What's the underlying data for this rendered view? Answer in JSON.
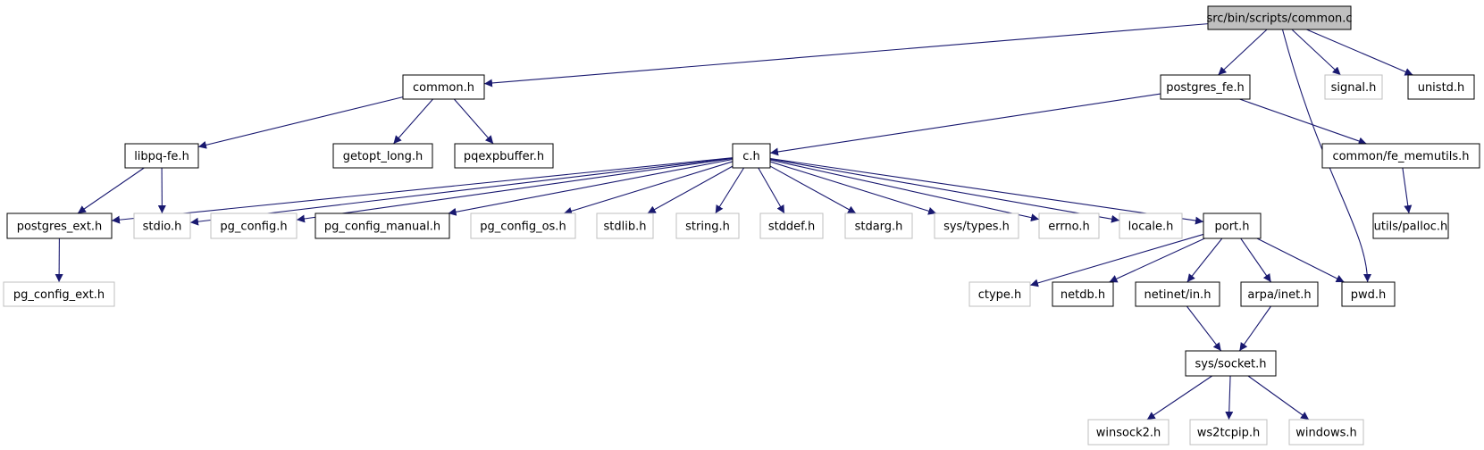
{
  "diagram": {
    "type": "include-dependency-graph",
    "colors": {
      "edge": "#191970",
      "root_fill": "#bfbfbf",
      "node_border_documented": "#000000",
      "node_border_external": "#bfbfbf",
      "text": "#000000"
    },
    "nodes": [
      {
        "id": "root",
        "label": "src/bin/scripts/common.c",
        "style": "root"
      },
      {
        "id": "common_h",
        "label": "common.h",
        "style": "documented"
      },
      {
        "id": "postgres_fe",
        "label": "postgres_fe.h",
        "style": "documented"
      },
      {
        "id": "signal",
        "label": "signal.h",
        "style": "external"
      },
      {
        "id": "unistd",
        "label": "unistd.h",
        "style": "documented"
      },
      {
        "id": "libpq",
        "label": "libpq-fe.h",
        "style": "documented"
      },
      {
        "id": "getopt",
        "label": "getopt_long.h",
        "style": "documented"
      },
      {
        "id": "pqexp",
        "label": "pqexpbuffer.h",
        "style": "documented"
      },
      {
        "id": "c_h",
        "label": "c.h",
        "style": "documented"
      },
      {
        "id": "fe_memutils",
        "label": "common/fe_memutils.h",
        "style": "documented"
      },
      {
        "id": "postgres_ext",
        "label": "postgres_ext.h",
        "style": "documented"
      },
      {
        "id": "stdio",
        "label": "stdio.h",
        "style": "external"
      },
      {
        "id": "pg_config",
        "label": "pg_config.h",
        "style": "external"
      },
      {
        "id": "pg_config_manual",
        "label": "pg_config_manual.h",
        "style": "documented"
      },
      {
        "id": "pg_config_os",
        "label": "pg_config_os.h",
        "style": "external"
      },
      {
        "id": "stdlib",
        "label": "stdlib.h",
        "style": "external"
      },
      {
        "id": "string",
        "label": "string.h",
        "style": "external"
      },
      {
        "id": "stddef",
        "label": "stddef.h",
        "style": "external"
      },
      {
        "id": "stdarg",
        "label": "stdarg.h",
        "style": "external"
      },
      {
        "id": "systypes",
        "label": "sys/types.h",
        "style": "external"
      },
      {
        "id": "errno",
        "label": "errno.h",
        "style": "external"
      },
      {
        "id": "locale",
        "label": "locale.h",
        "style": "external"
      },
      {
        "id": "port",
        "label": "port.h",
        "style": "documented"
      },
      {
        "id": "utils_palloc",
        "label": "utils/palloc.h",
        "style": "documented"
      },
      {
        "id": "pg_config_ext",
        "label": "pg_config_ext.h",
        "style": "external"
      },
      {
        "id": "ctype",
        "label": "ctype.h",
        "style": "external"
      },
      {
        "id": "netdb",
        "label": "netdb.h",
        "style": "documented"
      },
      {
        "id": "netinet",
        "label": "netinet/in.h",
        "style": "documented"
      },
      {
        "id": "arpa",
        "label": "arpa/inet.h",
        "style": "documented"
      },
      {
        "id": "pwd",
        "label": "pwd.h",
        "style": "documented"
      },
      {
        "id": "syssocket",
        "label": "sys/socket.h",
        "style": "documented"
      },
      {
        "id": "winsock2",
        "label": "winsock2.h",
        "style": "external"
      },
      {
        "id": "ws2tcpip",
        "label": "ws2tcpip.h",
        "style": "external"
      },
      {
        "id": "windows",
        "label": "windows.h",
        "style": "external"
      }
    ],
    "edges": [
      [
        "root",
        "common_h"
      ],
      [
        "root",
        "postgres_fe"
      ],
      [
        "root",
        "signal"
      ],
      [
        "root",
        "unistd"
      ],
      [
        "root",
        "pwd"
      ],
      [
        "common_h",
        "libpq"
      ],
      [
        "common_h",
        "getopt"
      ],
      [
        "common_h",
        "pqexp"
      ],
      [
        "libpq",
        "postgres_ext"
      ],
      [
        "libpq",
        "stdio"
      ],
      [
        "postgres_fe",
        "c_h"
      ],
      [
        "postgres_fe",
        "fe_memutils"
      ],
      [
        "fe_memutils",
        "utils_palloc"
      ],
      [
        "c_h",
        "postgres_ext"
      ],
      [
        "c_h",
        "stdio"
      ],
      [
        "c_h",
        "pg_config"
      ],
      [
        "c_h",
        "pg_config_manual"
      ],
      [
        "c_h",
        "pg_config_os"
      ],
      [
        "c_h",
        "stdlib"
      ],
      [
        "c_h",
        "string"
      ],
      [
        "c_h",
        "stddef"
      ],
      [
        "c_h",
        "stdarg"
      ],
      [
        "c_h",
        "systypes"
      ],
      [
        "c_h",
        "errno"
      ],
      [
        "c_h",
        "locale"
      ],
      [
        "c_h",
        "port"
      ],
      [
        "postgres_ext",
        "pg_config_ext"
      ],
      [
        "port",
        "ctype"
      ],
      [
        "port",
        "netdb"
      ],
      [
        "port",
        "netinet"
      ],
      [
        "port",
        "arpa"
      ],
      [
        "port",
        "pwd"
      ],
      [
        "netinet",
        "syssocket"
      ],
      [
        "arpa",
        "syssocket"
      ],
      [
        "syssocket",
        "winsock2"
      ],
      [
        "syssocket",
        "ws2tcpip"
      ],
      [
        "syssocket",
        "windows"
      ]
    ]
  }
}
